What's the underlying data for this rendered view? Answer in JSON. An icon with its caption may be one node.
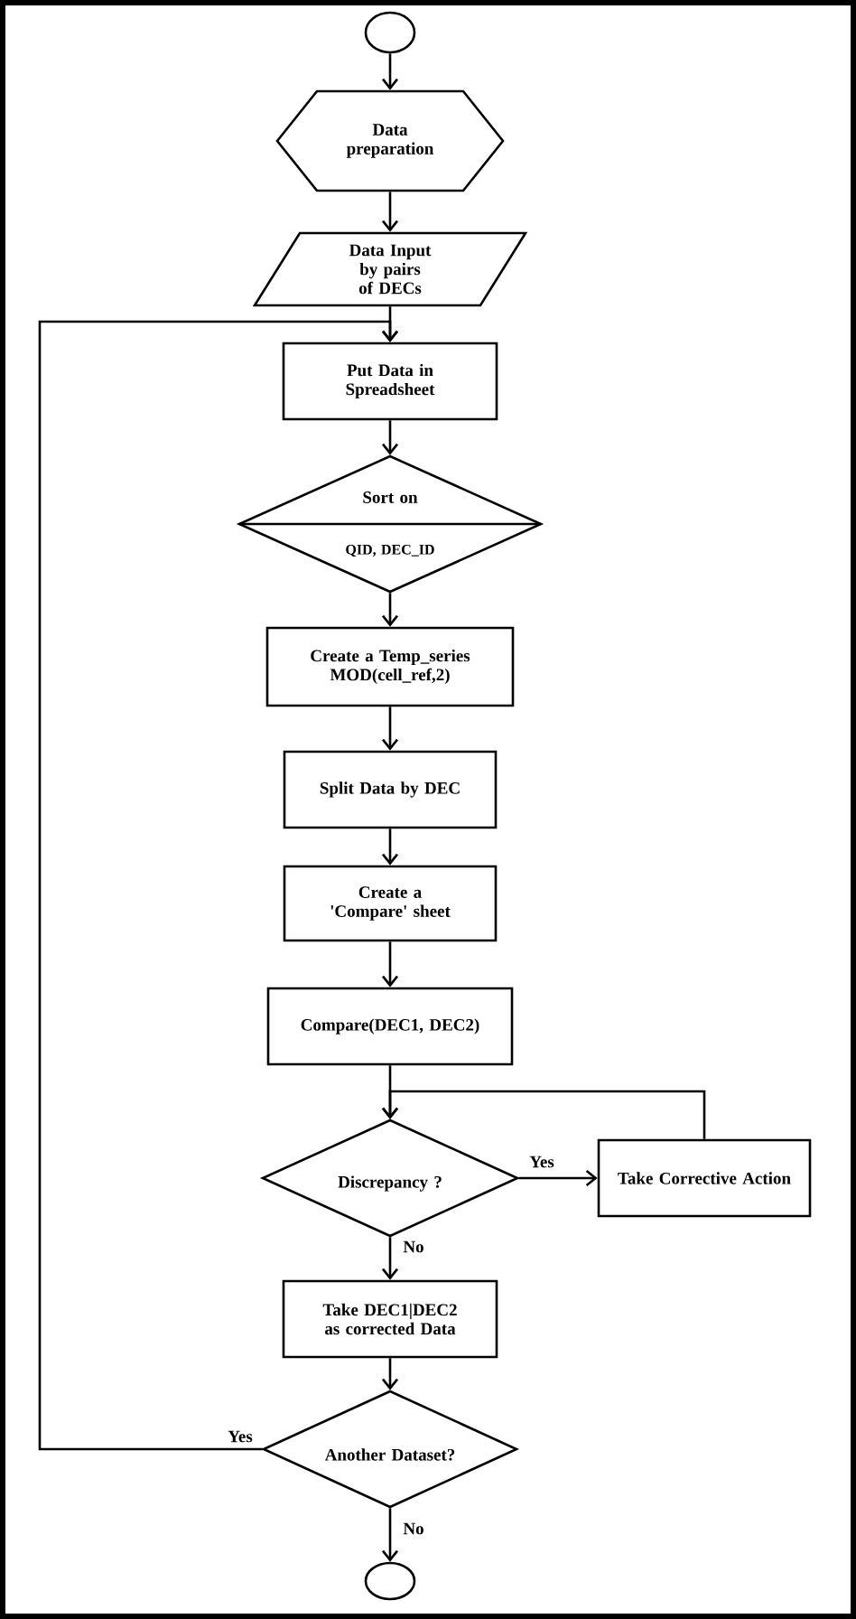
{
  "diagram": {
    "nodes": [
      {
        "text": [],
        "shape": "circle"
      },
      {
        "text": [
          "Data preparation"
        ]
      },
      {
        "text": [
          "Data Input by pairs of DECs"
        ]
      },
      {
        "text": [
          "Put Data in Spreadsheet"
        ]
      },
      {
        "text": [
          "Sort on",
          "QID, DEC_ID"
        ]
      },
      {
        "text": [
          "Create a Temp_series MOD(cell_ref,2)"
        ]
      },
      {
        "text": [
          "Split Data by DEC"
        ]
      },
      {
        "text": [
          "Create a 'Compare' sheet"
        ]
      },
      {
        "text": [
          "Compare(DEC1, DEC2)"
        ]
      },
      {
        "text": [
          "Discrepancy ?"
        ]
      },
      {
        "text": [
          "Take Corrective Action"
        ]
      },
      {
        "text": [
          "Take DEC1|DEC2 as corrected Data"
        ]
      },
      {
        "text": [
          "Another Dataset?"
        ]
      },
      {
        "text": [],
        "shape": "circle"
      }
    ],
    "edges": [
      {
        "from": 0,
        "to": 1,
        "arrow": "to"
      },
      {
        "from": 1,
        "to": 2,
        "arrow": "to"
      },
      {
        "from": 2,
        "to": 3,
        "arrow": "to"
      },
      {
        "from": 3,
        "to": 4,
        "arrow": "to"
      },
      {
        "from": 4,
        "to": 5,
        "arrow": "to"
      },
      {
        "from": 5,
        "to": 6,
        "arrow": "to"
      },
      {
        "from": 6,
        "to": 7,
        "arrow": "to"
      },
      {
        "from": 7,
        "to": 8,
        "arrow": "to"
      },
      {
        "from": 8,
        "to": 9,
        "arrow": "to"
      },
      {
        "from": 9,
        "to": 10,
        "label": "Yes",
        "arrow": "to"
      },
      {
        "from": 10,
        "to": 9,
        "arrow": "to"
      },
      {
        "from": 9,
        "to": 11,
        "label": "No",
        "arrow": "to"
      },
      {
        "from": 11,
        "to": 12,
        "arrow": "to"
      },
      {
        "from": 12,
        "to": 3,
        "label": "Yes",
        "arrow": "to"
      },
      {
        "from": 12,
        "to": 13,
        "label": "No",
        "arrow": "to"
      }
    ]
  }
}
